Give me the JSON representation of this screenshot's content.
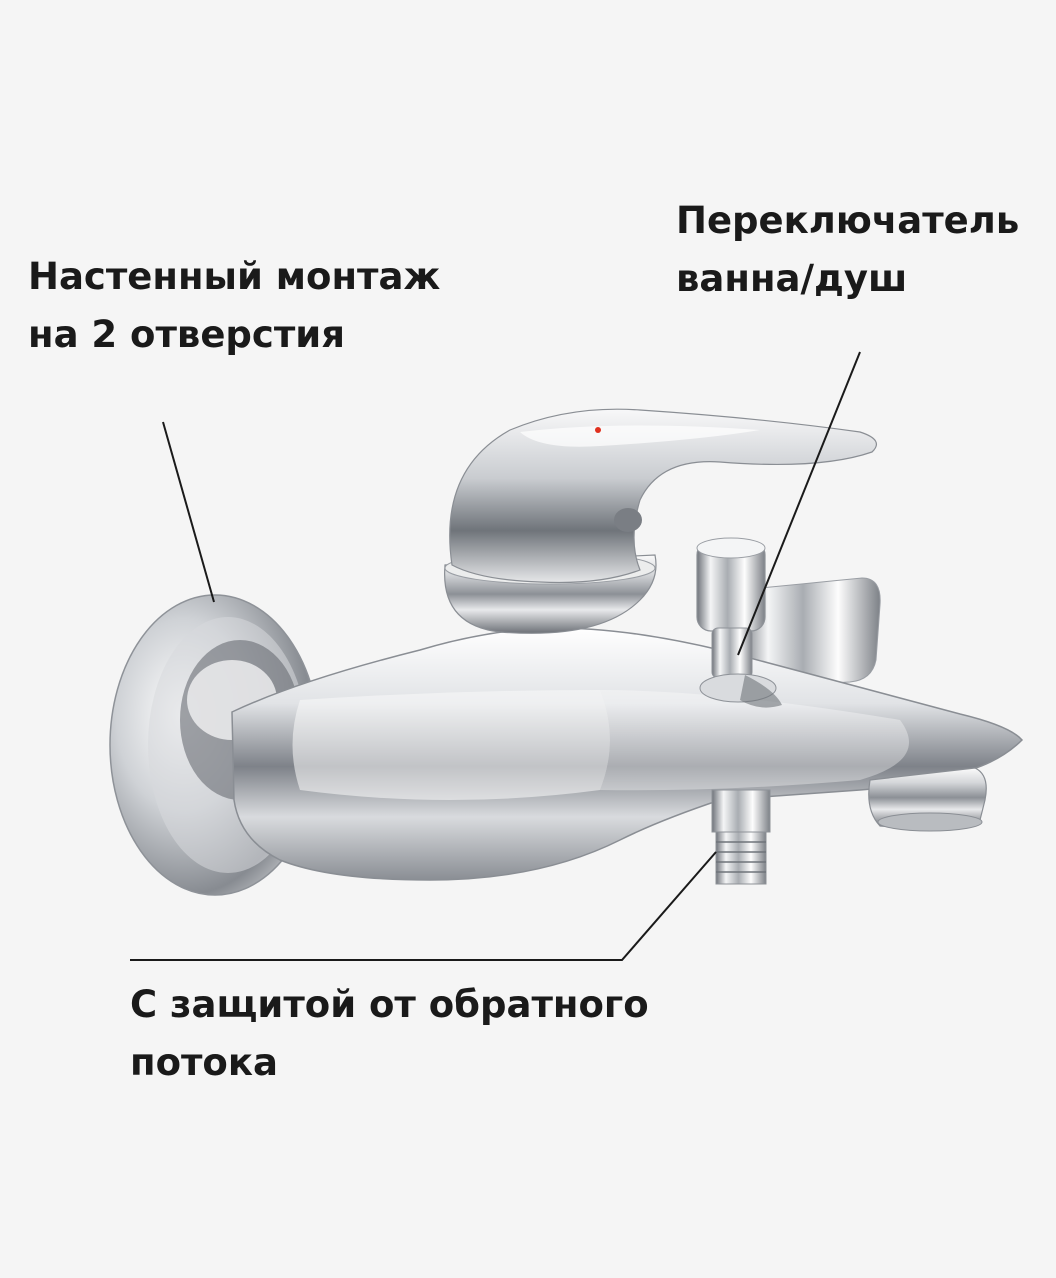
{
  "callouts": {
    "wall_mount": {
      "line1": "Настенный монтаж",
      "line2": "на 2 отверстия"
    },
    "diverter": {
      "line1": "Переключатель",
      "line2": "ванна/душ"
    },
    "backflow": {
      "line1": "С защитой от обратного",
      "line2": "потока"
    }
  },
  "product": {
    "image": "chrome wall-mounted bath mixer faucet",
    "finish": "chrome",
    "hot_marker_color": "#e0301e",
    "background_color": "#f5f5f5",
    "line_color": "#1a1a1a"
  }
}
